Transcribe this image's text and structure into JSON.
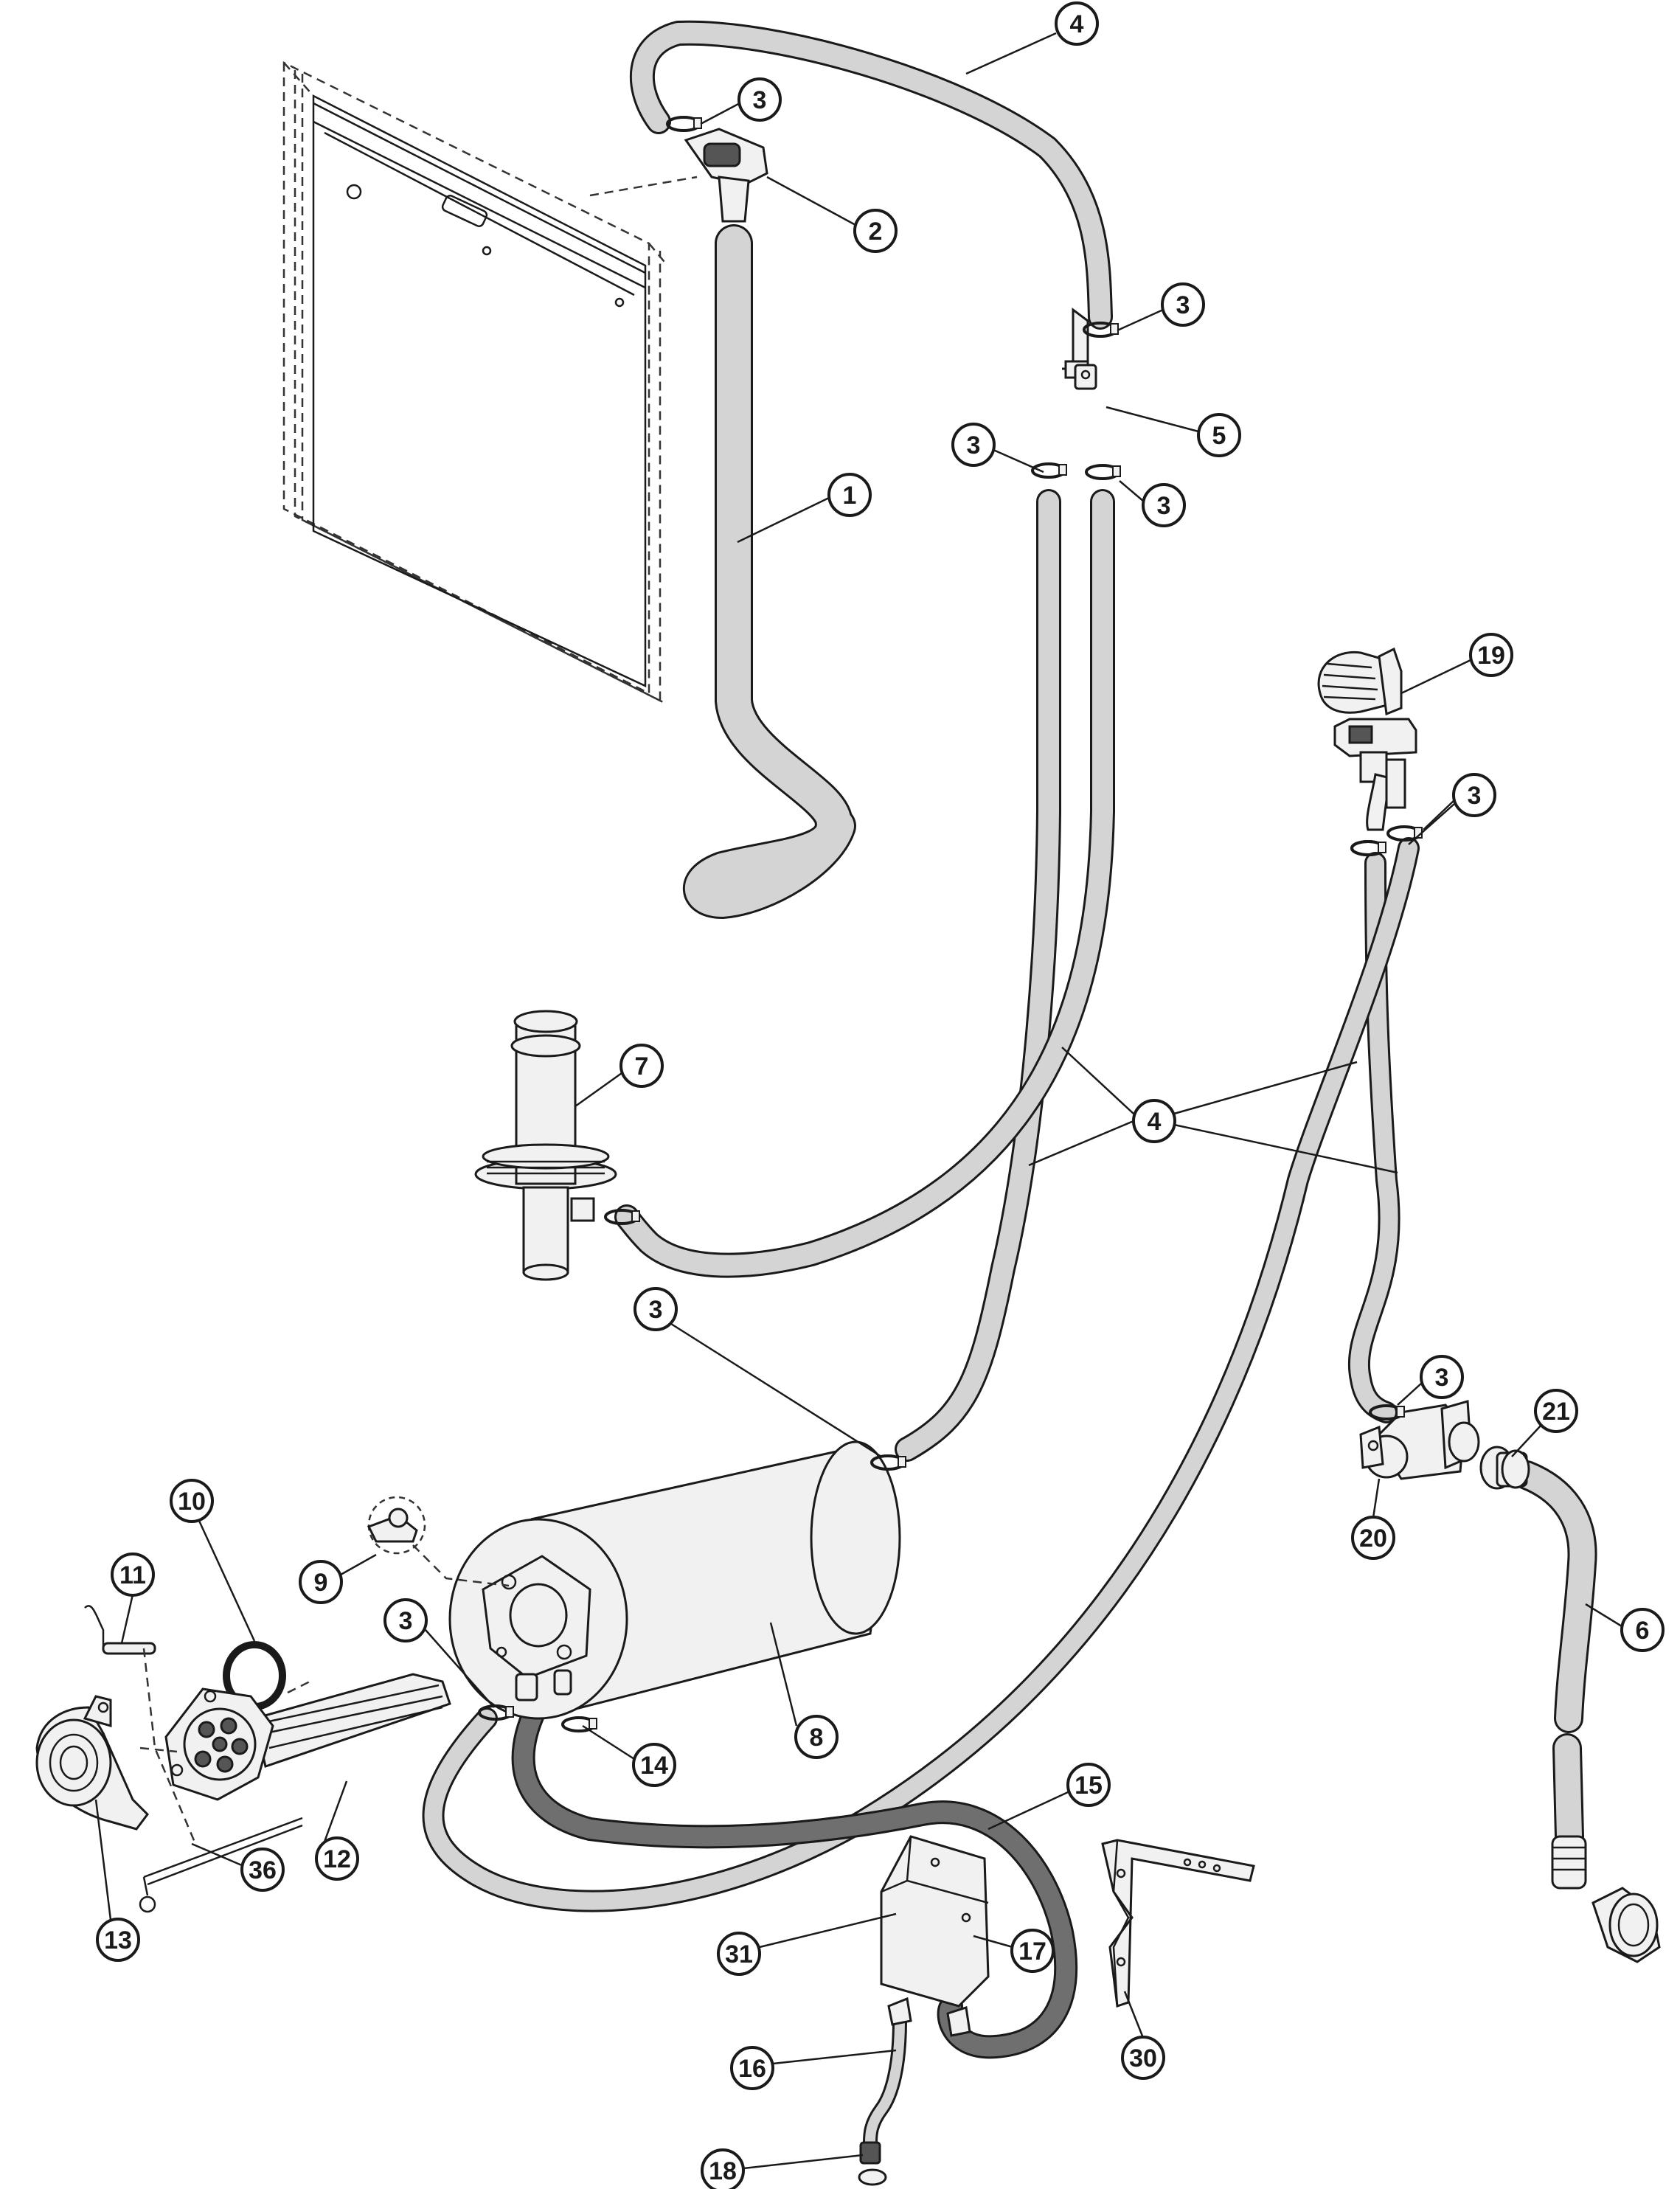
{
  "colors": {
    "line": "#1a1a1a",
    "hose_fill": "#d4d4d4",
    "drain_hose_fill": "#6f6f6f",
    "part_fill": "#f1f1f1",
    "background": "#ffffff"
  },
  "callouts": [
    "1",
    "2",
    "3",
    "4",
    "5",
    "6",
    "7",
    "8",
    "9",
    "10",
    "11",
    "12",
    "13",
    "14",
    "15",
    "16",
    "17",
    "18",
    "19",
    "20",
    "21",
    "30",
    "31",
    "36"
  ]
}
